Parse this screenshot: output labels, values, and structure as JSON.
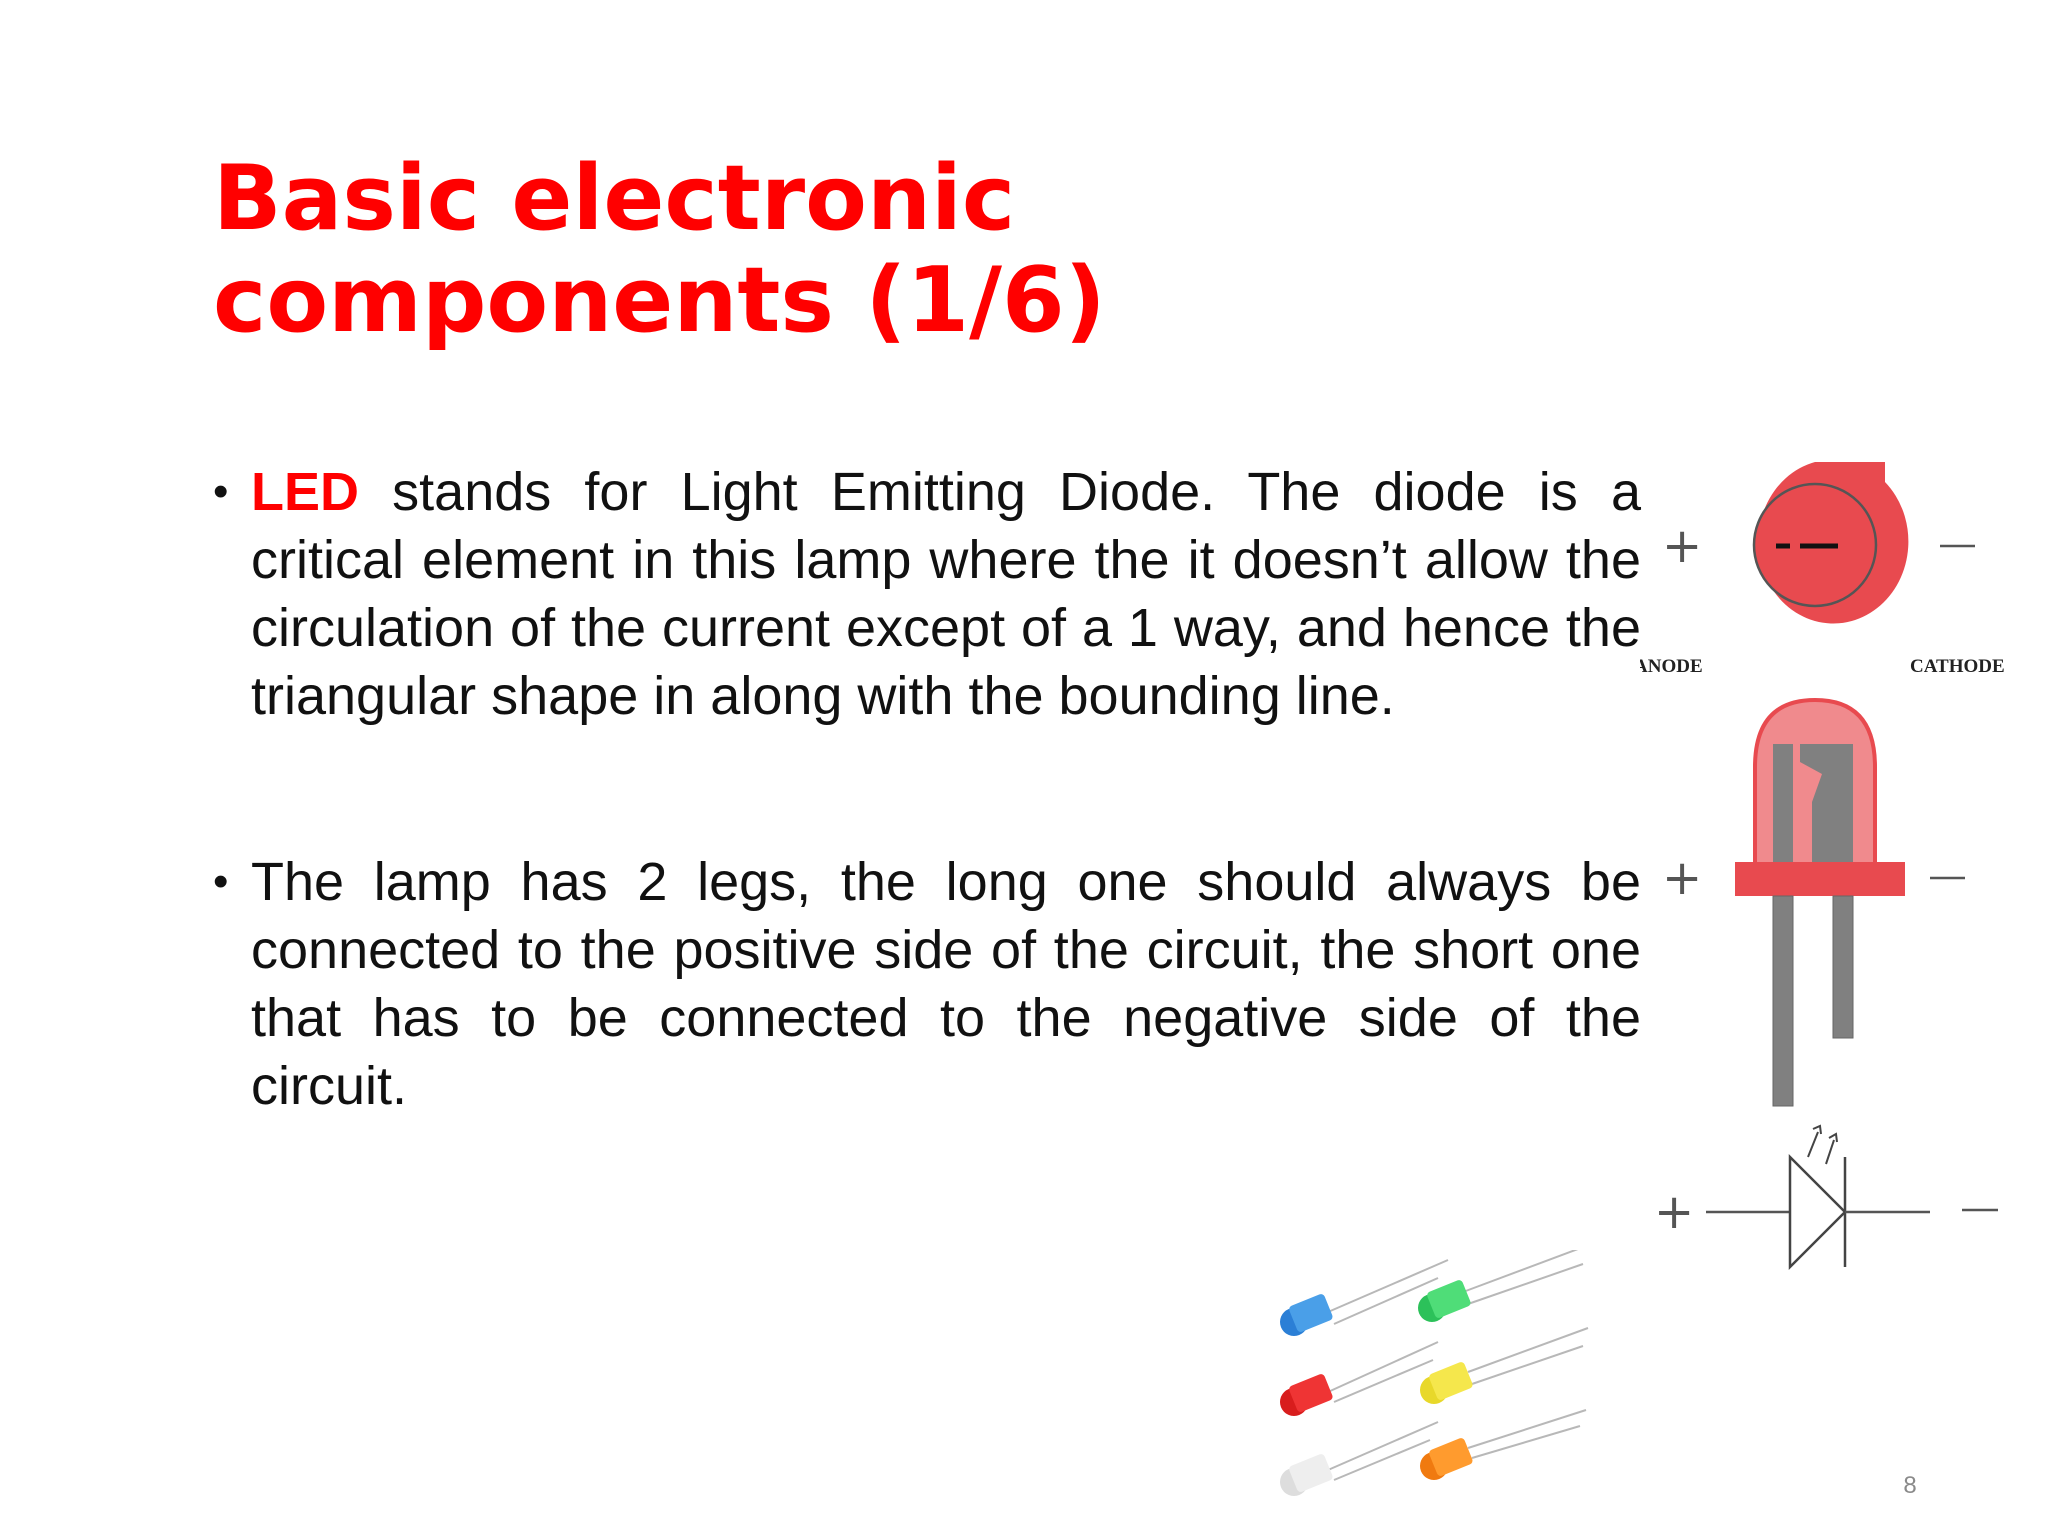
{
  "slide": {
    "title": "Basic electronic components (1/6)",
    "bullets": [
      {
        "keyword": "LED",
        "text": " stands for Light Emitting Diode. The diode is a critical element in this lamp where the it doesn’t allow the circulation of the current except of a 1 way, and hence the triangular shape in along with the bounding line."
      },
      {
        "keyword": "",
        "text": "The lamp has 2 legs, the long one should always be connected to the positive side of the circuit, the short one that has to be connected to the negative side of the circuit."
      }
    ],
    "diagram": {
      "anode_label": "ANODE",
      "cathode_label": "CATHODE",
      "plus_sign": "+",
      "minus_sign": "—"
    },
    "page_number": "8"
  },
  "colors": {
    "title": "#ff0000",
    "keyword": "#ff0000",
    "led_red": "#e84a4f",
    "led_body_light": "#f08a8d",
    "leg_gray": "#808080"
  },
  "icons": {
    "bullet": "bullet-dot-icon",
    "diagram": "led-diagram-icon",
    "photo": "colored-leds-photo-icon"
  }
}
